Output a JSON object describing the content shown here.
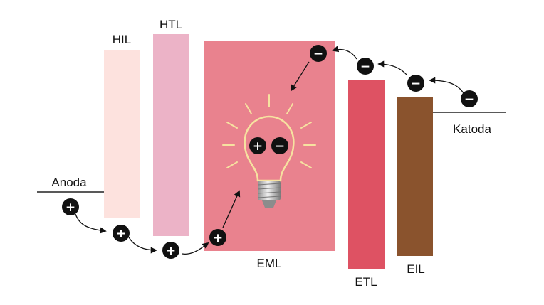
{
  "labels": {
    "hil": "HIL",
    "htl": "HTL",
    "eml": "EML",
    "etl": "ETL",
    "eil": "EIL",
    "anode": "Anoda",
    "cathode": "Katoda"
  },
  "charges": {
    "hole_sign": "+",
    "electron_sign": "−"
  },
  "colors": {
    "hil": "#fde2de",
    "htl": "#ecb3c7",
    "eml": "#e9828e",
    "etl": "#de5263",
    "eil": "#8a532d",
    "charge_fill": "#111111",
    "bulb_glow": "#f6e2a0"
  },
  "icons": {
    "bulb": "light-bulb-icon",
    "hole": "plus-charge-icon",
    "electron": "minus-charge-icon"
  }
}
